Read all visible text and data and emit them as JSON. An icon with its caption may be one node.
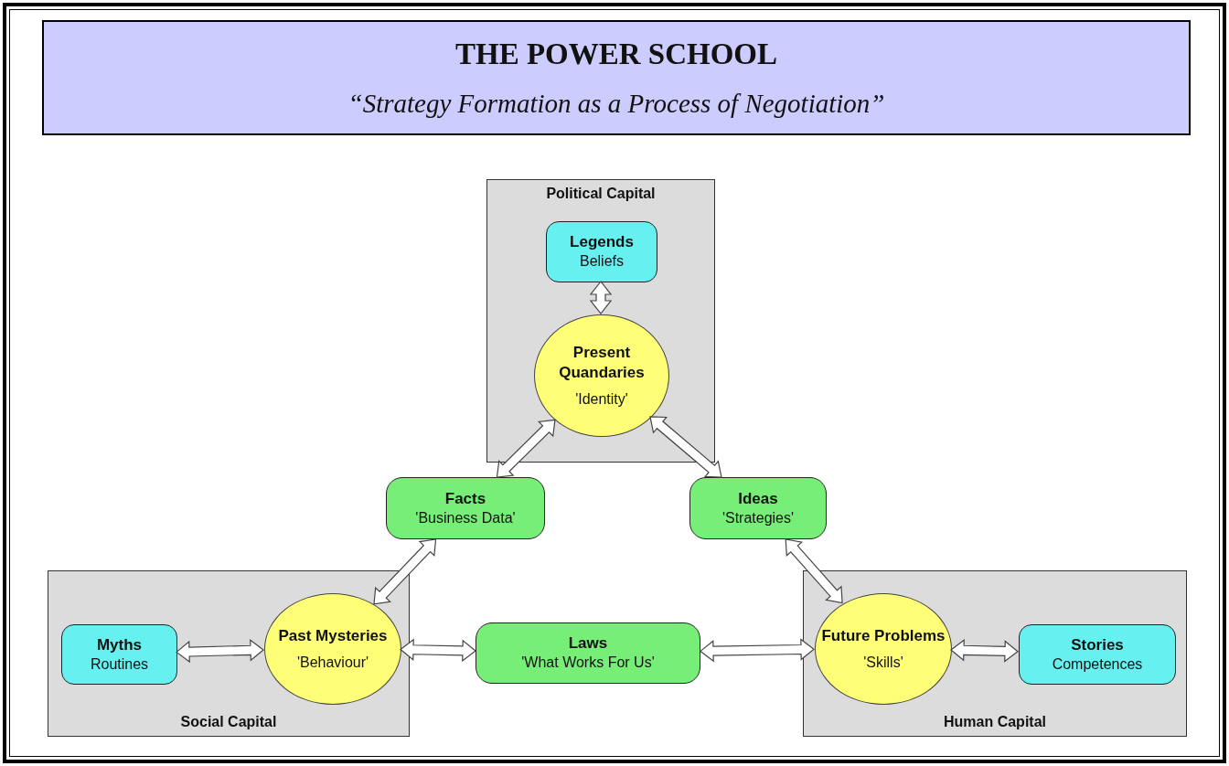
{
  "diagram": {
    "nodes": [
      {
        "text": [
          "THE POWER SCHOOL",
          "“Strategy Formation as a Process of Negotiation”"
        ]
      },
      {
        "text": [
          "Political Capital"
        ]
      },
      {
        "text": [
          "Legends",
          "Beliefs"
        ],
        "in": 1
      },
      {
        "text": [
          "Present Quandaries",
          "'Identity'"
        ],
        "in": 1
      },
      {
        "text": [
          "Facts",
          "'Business Data'"
        ]
      },
      {
        "text": [
          "Ideas",
          "'Strategies'"
        ]
      },
      {
        "text": [
          "Social Capital"
        ]
      },
      {
        "text": [
          "Myths",
          "Routines"
        ],
        "in": 6
      },
      {
        "text": [
          "Past Mysteries",
          "'Behaviour'"
        ],
        "in": 6
      },
      {
        "text": [
          "Laws",
          "'What Works For Us'"
        ]
      },
      {
        "text": [
          "Human Capital"
        ]
      },
      {
        "text": [
          "Future Problems",
          "'Skills'"
        ],
        "in": 10
      },
      {
        "text": [
          "Stories",
          "Competences"
        ],
        "in": 10
      }
    ],
    "edges": [
      {
        "from": 2,
        "to": 3,
        "arrow": "both"
      },
      {
        "from": 3,
        "to": 4,
        "arrow": "both"
      },
      {
        "from": 3,
        "to": 5,
        "arrow": "both"
      },
      {
        "from": 4,
        "to": 8,
        "arrow": "both"
      },
      {
        "from": 5,
        "to": 11,
        "arrow": "both"
      },
      {
        "from": 7,
        "to": 8,
        "arrow": "both"
      },
      {
        "from": 8,
        "to": 9,
        "arrow": "both"
      },
      {
        "from": 9,
        "to": 11,
        "arrow": "both"
      },
      {
        "from": 11,
        "to": 12,
        "arrow": "both"
      }
    ]
  }
}
